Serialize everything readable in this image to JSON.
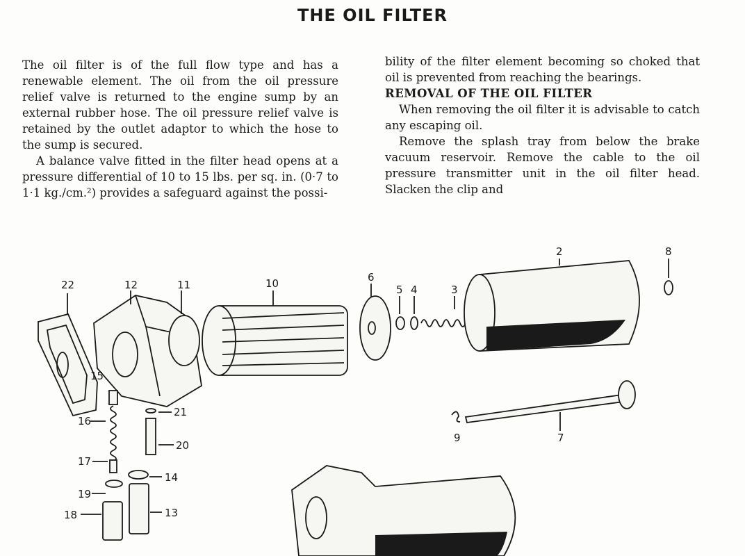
{
  "page": {
    "title": "THE OIL FILTER"
  },
  "left_column": {
    "p1": "The oil filter is of the full flow type and has a renewable element. The oil from the oil pressure relief valve is returned to the engine sump by an external rubber hose. The oil pressure relief valve is retained by the outlet adaptor to which the hose to the sump is secured.",
    "p2": "A balance valve fitted in the filter head opens at a pressure differential of 10 to 15 lbs. per sq. in. (0·7 to 1·1 kg./cm.²) provides a safeguard against the possi-"
  },
  "right_column": {
    "p1": "bility of the filter element becoming so choked that oil is prevented from reaching the bearings.",
    "heading": "REMOVAL OF THE OIL FILTER",
    "p2": "When removing the oil filter it is advisable to catch any escaping oil.",
    "p3": "Remove the splash tray from below the brake vacuum reservoir. Remove the cable to the oil pressure transmitter unit in the oil filter head. Slacken the clip and"
  },
  "diagram": {
    "labels": [
      "22",
      "12",
      "11",
      "10",
      "6",
      "5",
      "4",
      "3",
      "2",
      "8",
      "15",
      "16",
      "21",
      "20",
      "17",
      "14",
      "19",
      "18",
      "13",
      "9",
      "7"
    ]
  }
}
